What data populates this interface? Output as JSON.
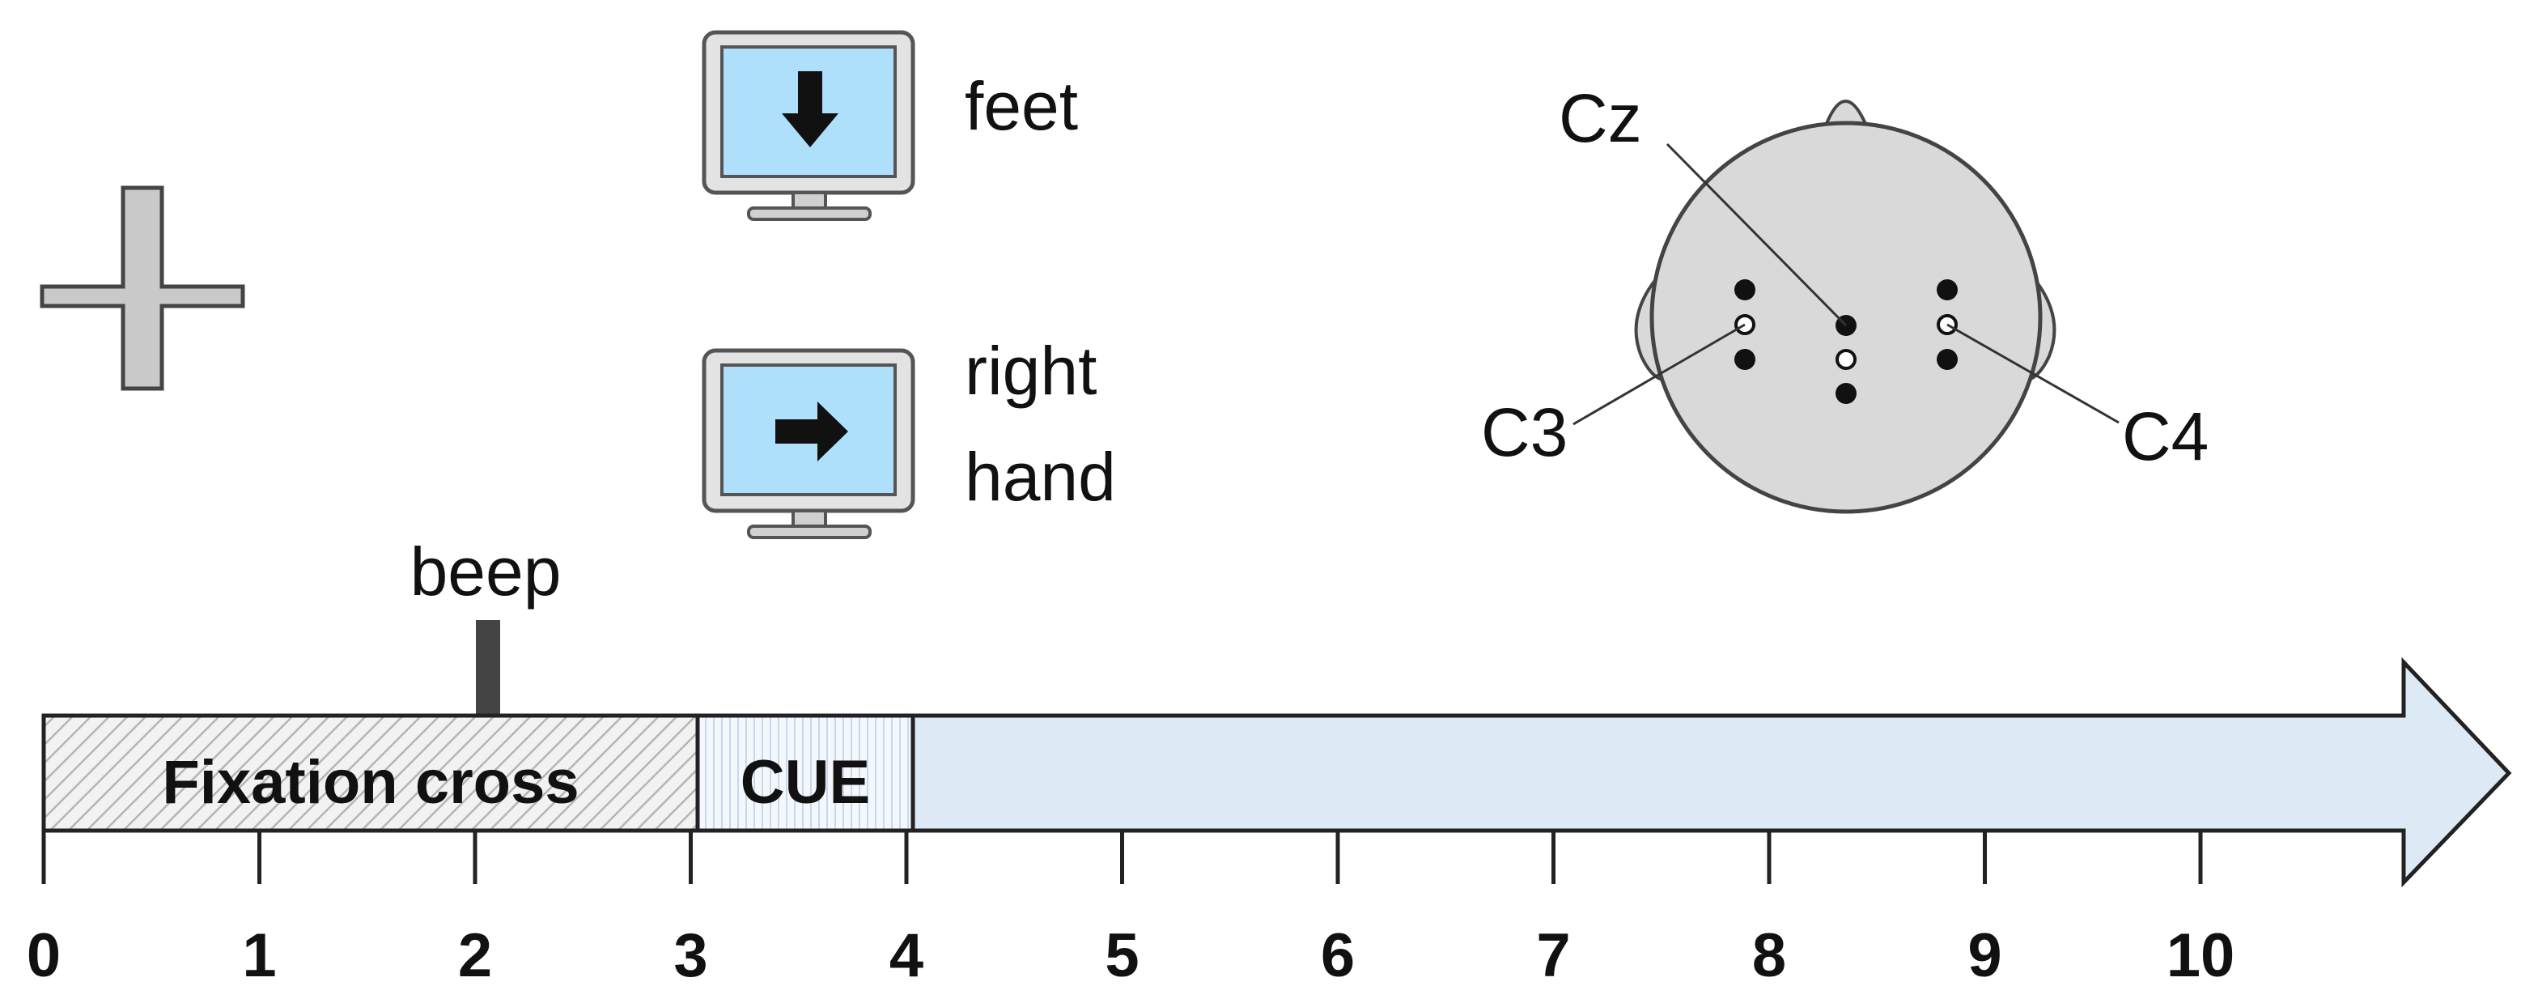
{
  "stimuli": {
    "feet_label": "feet",
    "right_hand_line1": "right",
    "right_hand_line2": "hand"
  },
  "electrodes": {
    "cz": "Cz",
    "c3": "C3",
    "c4": "C4"
  },
  "timeline": {
    "beep_label": "beep",
    "fixation_label": "Fixation cross",
    "cue_label": "CUE",
    "ticks": [
      "0",
      "1",
      "2",
      "3",
      "4",
      "5",
      "6",
      "7",
      "8",
      "9",
      "10"
    ]
  },
  "colors": {
    "screen_fill": "#aee0fb",
    "arrow_fill": "#dde9f5",
    "head_fill": "#d9d9d9",
    "cross_fill": "#c9c9c9",
    "beep_marker": "#444444"
  }
}
